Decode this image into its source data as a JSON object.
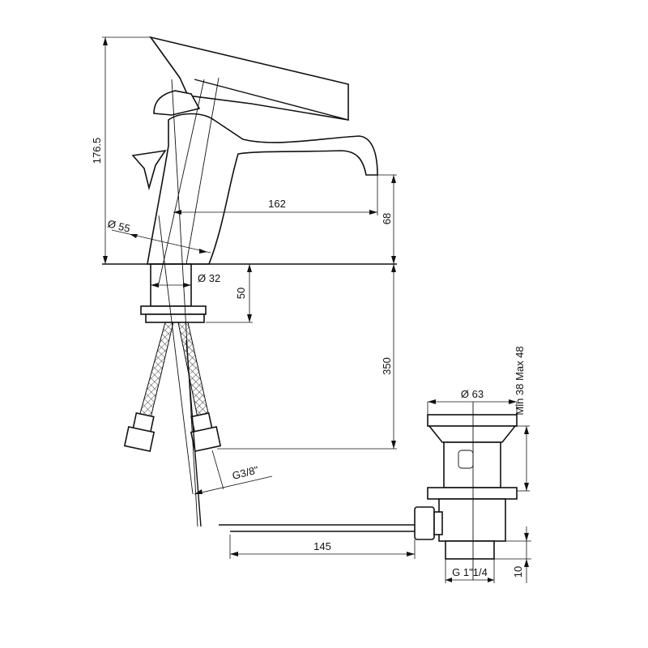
{
  "dimensions": {
    "overall_height": "176.5",
    "spout_reach": "162",
    "spout_height": "68",
    "body_diameter": "Ø 55",
    "shank_diameter": "Ø 32",
    "shank_length": "50",
    "hose_length": "350",
    "hose_thread": "G3/8\"",
    "waste_diameter": "Ø 63",
    "waste_thickness_range": "Min 38  Max 48",
    "rod_length": "145",
    "waste_thread": "G  1\"1/4",
    "waste_thread_length": "10"
  }
}
